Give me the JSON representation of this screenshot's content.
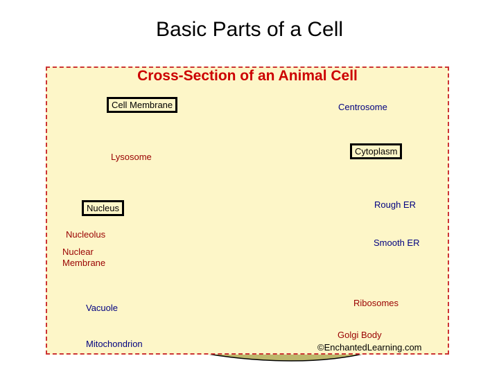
{
  "slide": {
    "title": "Basic Parts of a Cell"
  },
  "diagram": {
    "title": "Cross-Section of an Animal Cell",
    "credit": "©EnchantedLearning.com",
    "labels": {
      "cell_membrane": "Cell Membrane",
      "lysosome": "Lysosome",
      "nucleus": "Nucleus",
      "nucleolus": "Nucleolus",
      "nuclear_membrane": "Nuclear Membrane",
      "vacuole": "Vacuole",
      "mitochondrion": "Mitochondrion",
      "centrosome": "Centrosome",
      "cytoplasm": "Cytoplasm",
      "rough_er": "Rough ER",
      "smooth_er": "Smooth ER",
      "ribosomes": "Ribosomes",
      "golgi_body": "Golgi Body"
    }
  },
  "colors": {
    "cytoplasm": "#bdb76b",
    "nucleus": "#f27ab5",
    "nucleolus": "#f7b24a",
    "lysosome": "#f7c6c6",
    "vacuole": "#3a9ad9",
    "mitochondrion": "#cc3333",
    "rough_er": "#5fb8a8",
    "golgi": "#7c3fb8",
    "title": "#cc0000",
    "border": "#cc3333"
  }
}
